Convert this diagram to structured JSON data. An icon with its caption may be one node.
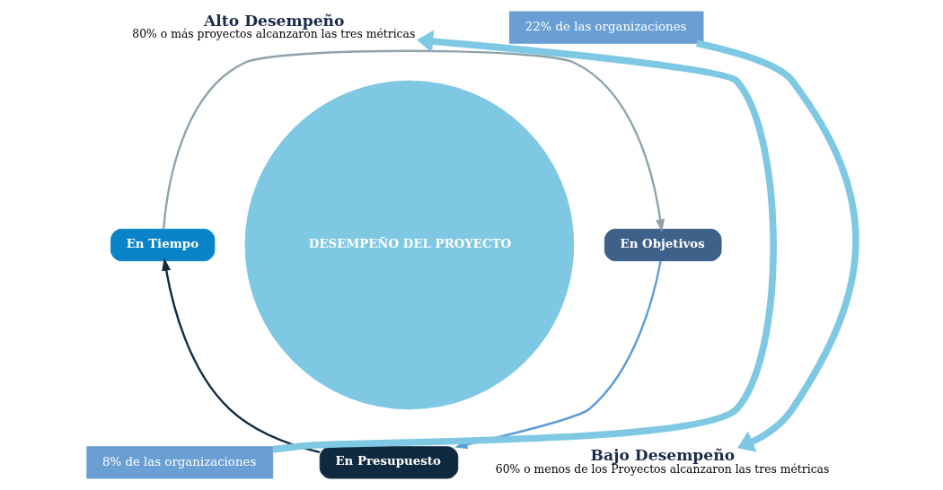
{
  "diagram": {
    "nodes": [
      {
        "text": [
          "Alto Desempeño",
          "80% o más proyectos alcanzaron las tres métricas"
        ]
      },
      {
        "text": [
          "22% de las organizaciones"
        ]
      },
      {
        "text": [
          "En Tiempo"
        ]
      },
      {
        "text": [
          "En Objetivos"
        ]
      },
      {
        "text": [
          "DESEMPEÑO DEL PROYECTO"
        ]
      },
      {
        "text": [
          "En Presupuesto"
        ]
      },
      {
        "text": [
          "8% de las organizaciones"
        ]
      },
      {
        "text": [
          "Bajo Desempeño",
          "60% o menos de los Proyectos alcanzaron las tres métricas"
        ]
      }
    ],
    "edges": [
      {
        "from": 6,
        "to": 0,
        "arrow": "to",
        "style": "thick",
        "color": "#7ec8e3"
      },
      {
        "from": 1,
        "to": 7,
        "arrow": "to",
        "style": "thick",
        "color": "#7ec8e3"
      },
      {
        "from": 2,
        "to": 3,
        "arrow": "to",
        "color": "#8fa3ad"
      },
      {
        "from": 3,
        "to": 5,
        "arrow": "to",
        "color": "#5b9bd5"
      },
      {
        "from": 5,
        "to": 2,
        "arrow": "to",
        "color": "#0f2a40"
      }
    ]
  }
}
